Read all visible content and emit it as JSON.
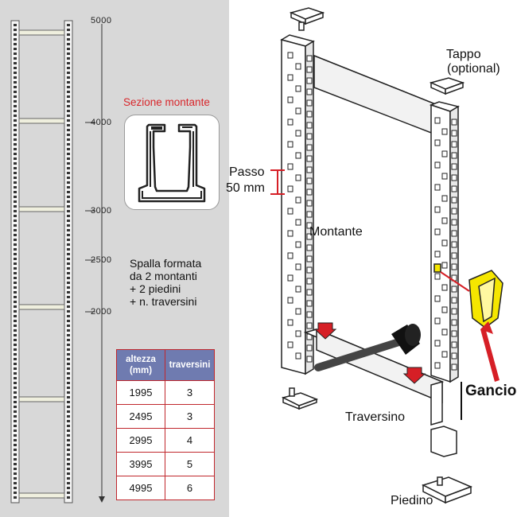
{
  "scale": {
    "ticks": [
      "5000",
      "4000",
      "3000",
      "2500",
      "2000"
    ]
  },
  "section": {
    "title": "Sezione montante"
  },
  "description": {
    "lines": [
      "Spalla formata",
      "da 2 montanti",
      "+ 2 piedini",
      "+ n. traversini"
    ]
  },
  "table": {
    "headers": [
      "altezza (mm)",
      "traversini"
    ],
    "header_lines": [
      [
        "altezza",
        "(mm)"
      ],
      [
        "traversini"
      ]
    ],
    "rows": [
      [
        "1995",
        "3"
      ],
      [
        "2495",
        "3"
      ],
      [
        "2995",
        "4"
      ],
      [
        "3995",
        "5"
      ],
      [
        "4995",
        "6"
      ]
    ]
  },
  "labels": {
    "tappo": "Tappo",
    "optional": "(optional)",
    "passo": "Passo",
    "passo_value": "50 mm",
    "montante": "Montante",
    "traversino": "Traversino",
    "piedino": "Piedino",
    "gancio": "Gancio"
  },
  "colors": {
    "panel_bg": "#d8d8d8",
    "accent_red": "#d8262b",
    "table_header": "#6f7bb0",
    "hook_yellow": "#f5e600",
    "arrow_red": "#d61f26"
  }
}
